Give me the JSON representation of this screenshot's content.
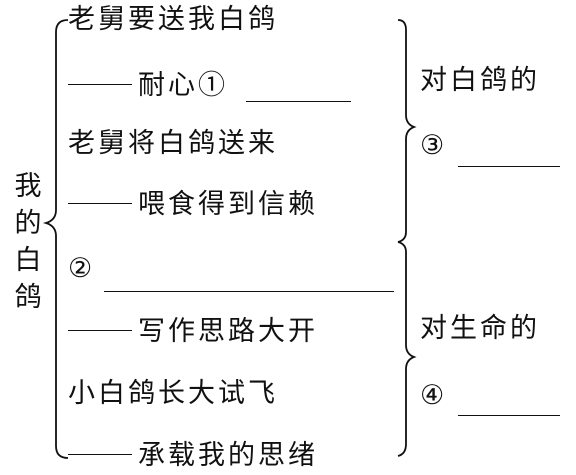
{
  "title_chars": [
    "我",
    "的",
    "白",
    "鸽"
  ],
  "left_items": {
    "line1": "老舅要送我白鸽",
    "line2_text": "耐心",
    "line2_num": "①",
    "line3": "老舅将白鸽送来",
    "line4_text": "喂食得到信赖",
    "line5_num": "②",
    "line6_text": "写作思路大开",
    "line7": "小白鸽长大试飞",
    "line8_text": "承载我的思绪"
  },
  "right_items": {
    "group1_text": "对白鸽的",
    "group1_num": "③",
    "group2_text": "对生命的",
    "group2_num": "④"
  }
}
